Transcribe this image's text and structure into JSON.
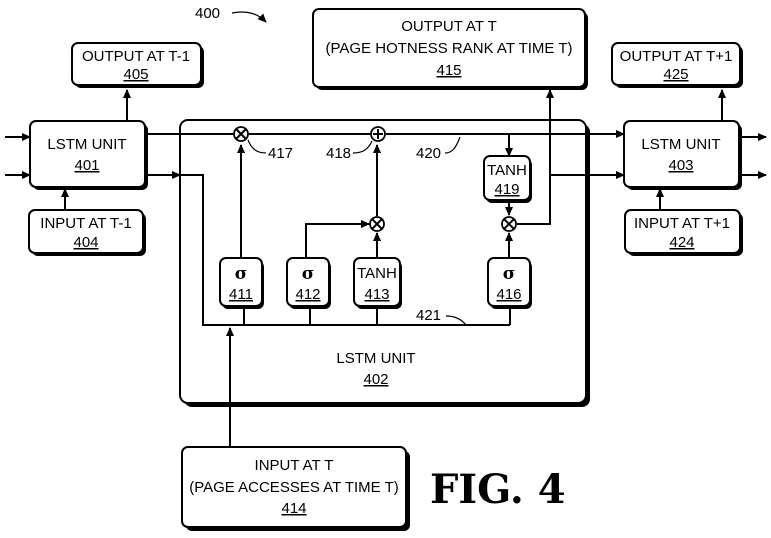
{
  "figure": {
    "label": "FIG. 4",
    "ref_main": "400"
  },
  "boxes": {
    "output_t_minus_1": {
      "text": "OUTPUT AT T-1",
      "num": "405"
    },
    "output_t": {
      "line1": "OUTPUT AT T",
      "line2": "(PAGE HOTNESS RANK AT TIME T)",
      "num": "415"
    },
    "output_t_plus_1": {
      "text": "OUTPUT AT T+1",
      "num": "425"
    },
    "lstm_401": {
      "text": "LSTM UNIT",
      "num": "401"
    },
    "lstm_402": {
      "text": "LSTM UNIT",
      "num": "402"
    },
    "lstm_403": {
      "text": "LSTM UNIT",
      "num": "403"
    },
    "input_t_minus_1": {
      "text": "INPUT AT T-1",
      "num": "404"
    },
    "input_t": {
      "line1": "INPUT AT T",
      "line2": "(PAGE ACCESSES AT TIME T)",
      "num": "414"
    },
    "input_t_plus_1": {
      "text": "INPUT AT T+1",
      "num": "424"
    }
  },
  "gates": [
    {
      "symbol": "σ",
      "num": "411"
    },
    {
      "symbol": "σ",
      "num": "412"
    },
    {
      "symbol": "TANH",
      "num": "413"
    },
    {
      "symbol": "σ",
      "num": "416"
    },
    {
      "symbol": "TANH",
      "num": "419"
    }
  ],
  "refs": {
    "r417": "417",
    "r418": "418",
    "r420": "420",
    "r421": "421"
  },
  "operators": {
    "multiply": "⊗",
    "add": "⊕"
  }
}
